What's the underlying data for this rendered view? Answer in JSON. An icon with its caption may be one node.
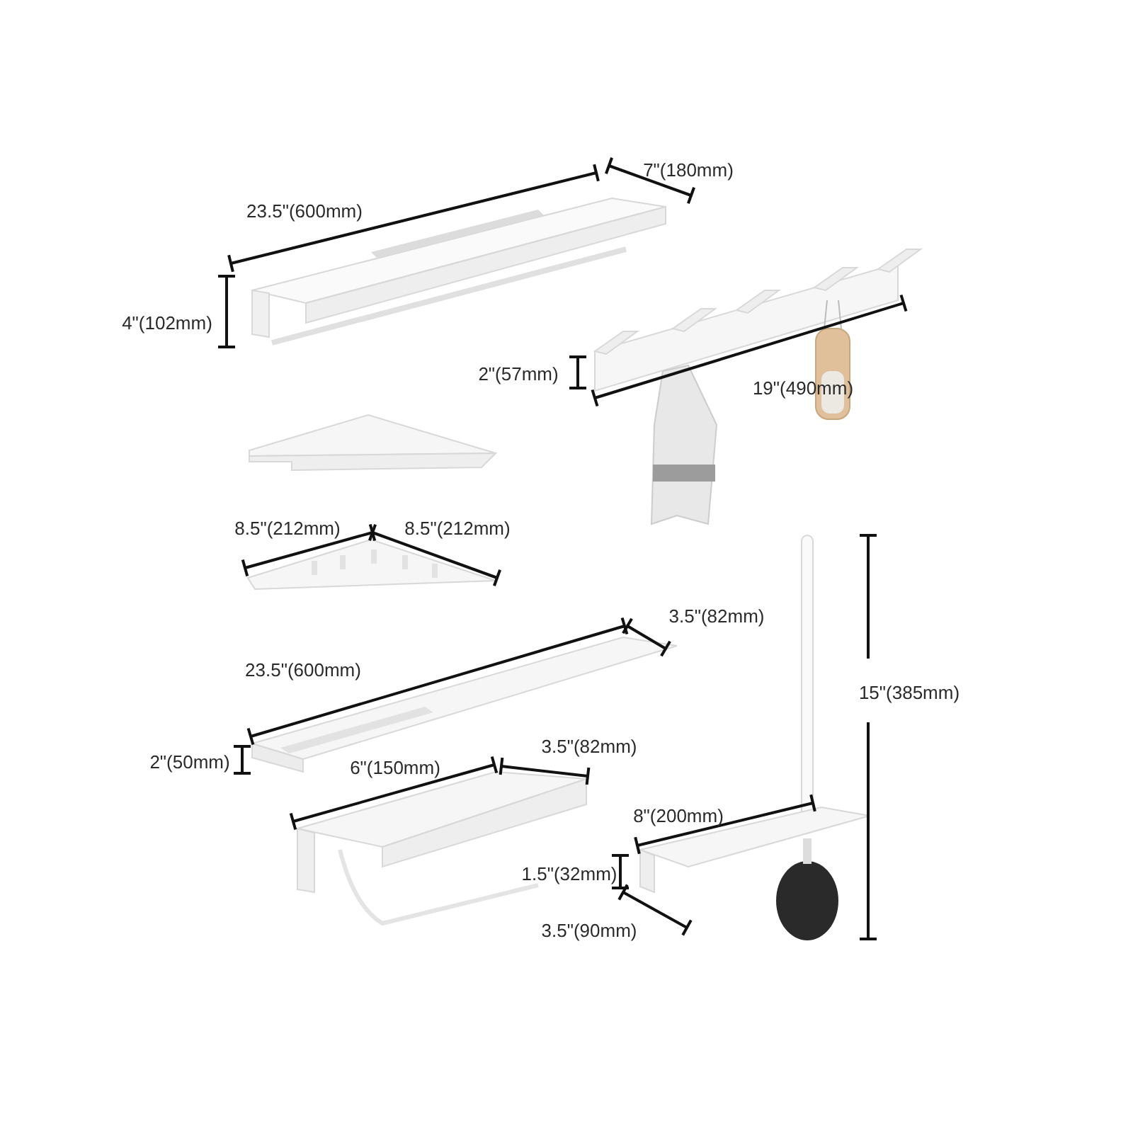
{
  "diagram": {
    "labels": [
      "7\"(180mm)",
      "23.5\"(600mm)",
      "4\"(102mm)",
      "2\"(57mm)",
      "19\"(490mm)",
      "8.5\"(212mm)",
      "8.5\"(212mm)",
      "3.5\"(82mm)",
      "23.5\"(600mm)",
      "15\"(385mm)",
      "2\"(50mm)",
      "6\"(150mm)",
      "3.5\"(82mm)",
      "8\"(200mm)",
      "1.5\"(32mm)",
      "3.5\"(90mm)"
    ]
  }
}
